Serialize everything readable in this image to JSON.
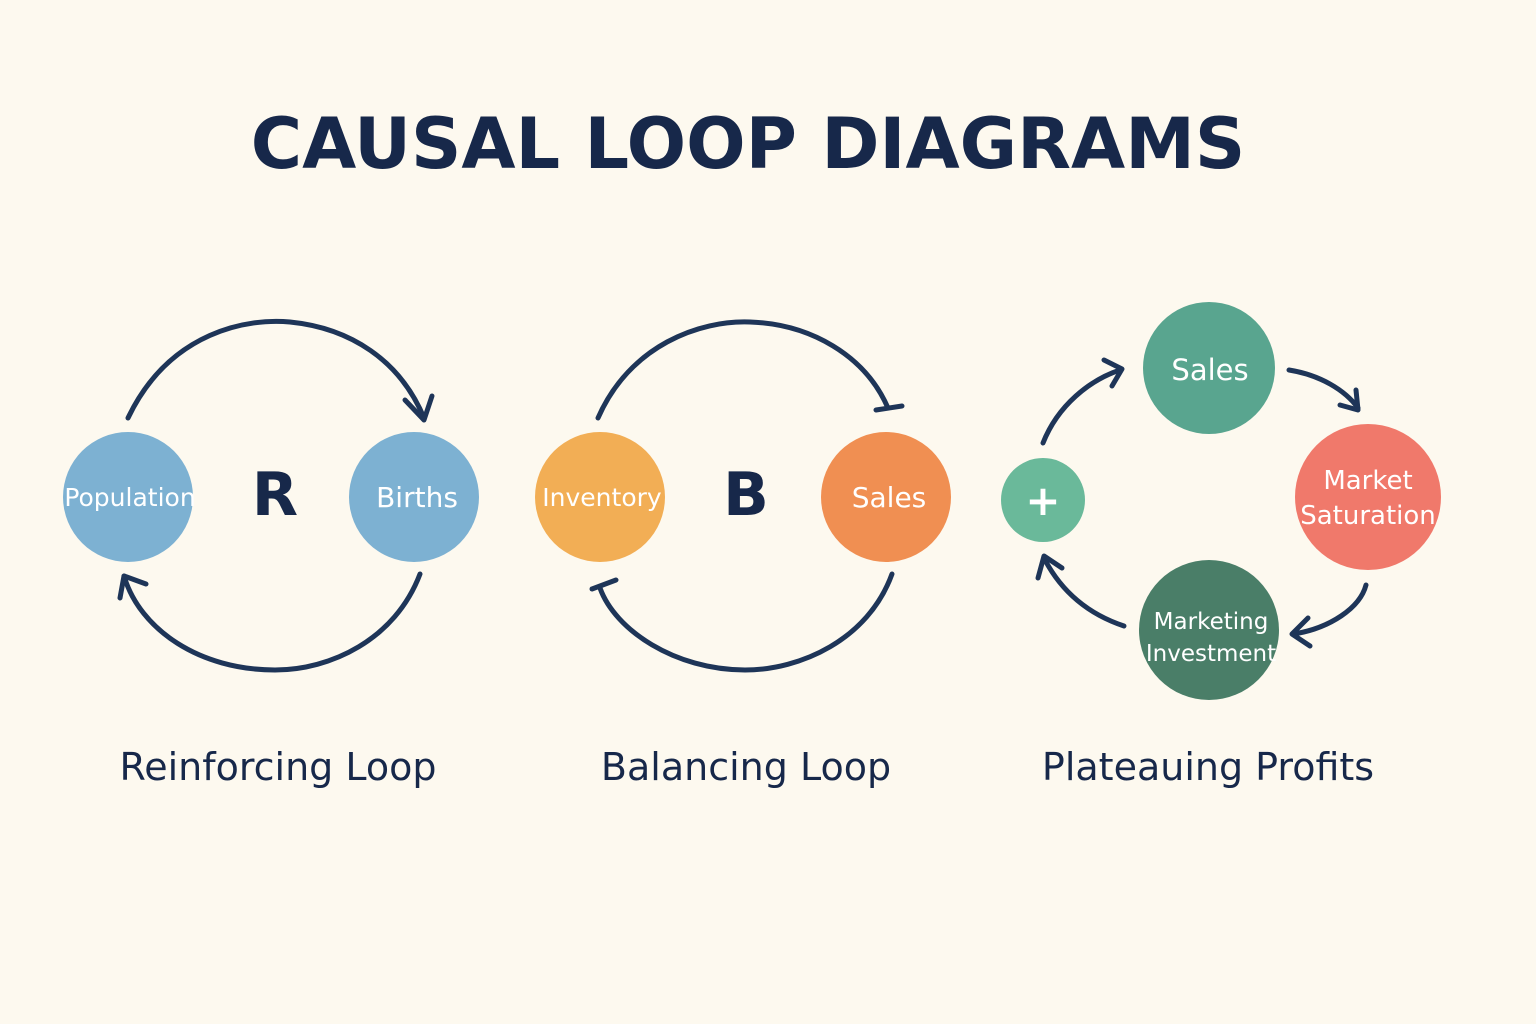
{
  "title": "CAUSAL LOOP DIAGRAMS",
  "colors": {
    "background": "#fdf9ef",
    "ink": "#17284a",
    "arrow": "#1e3558",
    "population": "#7db1d2",
    "births": "#7db1d2",
    "inventory": "#f2ae55",
    "sales_orange": "#f08f52",
    "sales_teal": "#59a58f",
    "market_saturation": "#f0796b",
    "marketing_investment": "#4a7e68",
    "plus_node": "#6ab99a"
  },
  "reinforcing": {
    "caption": "Reinforcing Loop",
    "symbol": "R",
    "node_left": "Population",
    "node_right": "Births"
  },
  "balancing": {
    "caption": "Balancing Loop",
    "symbol": "B",
    "node_left": "Inventory",
    "node_right": "Sales"
  },
  "plateauing": {
    "caption": "Plateauing Profits",
    "plus": "+",
    "node_top": "Sales",
    "node_right_line1": "Market",
    "node_right_line2": "Saturation",
    "node_bottom_line1": "Marketing",
    "node_bottom_line2": "Investment"
  }
}
